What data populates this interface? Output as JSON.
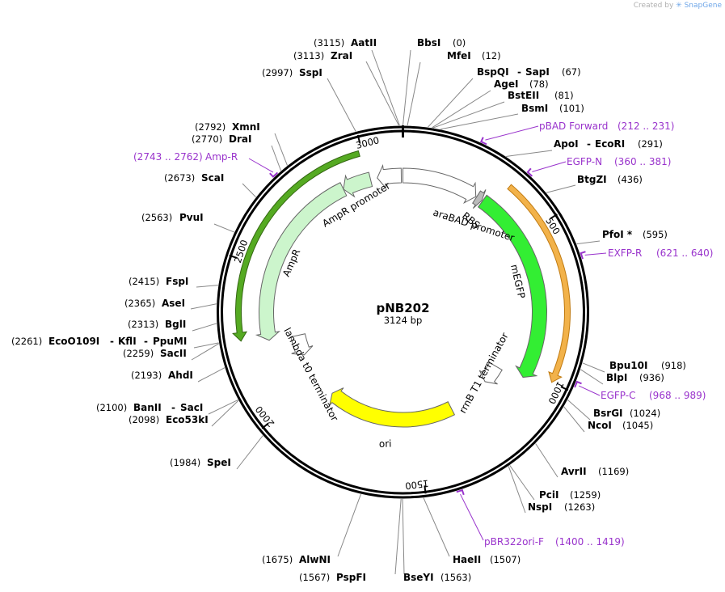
{
  "watermark": {
    "prefix": "Created by",
    "brand": "SnapGene"
  },
  "plasmid": {
    "name": "pNB202",
    "length_label": "3124 bp",
    "length": 3124
  },
  "ticks": [
    {
      "pos": 500,
      "label": "500"
    },
    {
      "pos": 1000,
      "label": "1000"
    },
    {
      "pos": 1500,
      "label": "1500"
    },
    {
      "pos": 2000,
      "label": "2000"
    },
    {
      "pos": 2500,
      "label": "2500"
    },
    {
      "pos": 3000,
      "label": "3000"
    }
  ],
  "features": [
    {
      "name": "araBAD promoter",
      "start": 0,
      "end": 280,
      "color": "#ffffff",
      "strand": 1
    },
    {
      "name": "RBS",
      "start": 283,
      "end": 306,
      "color": "#bbbbbb",
      "strand": 1
    },
    {
      "name": "mEGFP",
      "start": 309,
      "end": 1028,
      "color": "#33ee33",
      "strand": 1
    },
    {
      "name": "rrnB T1 terminator",
      "start": 1043,
      "end": 1130,
      "color": "#ffffff",
      "strand": 1
    },
    {
      "name": "ori",
      "start": 1330,
      "end": 1919,
      "color": "#ffff00",
      "strand": 1
    },
    {
      "name": "lambda t0 terminator",
      "start": 2140,
      "end": 2235,
      "color": "#ffffff",
      "strand": -1
    },
    {
      "name": "AmpR",
      "start": 2240,
      "end": 2900,
      "color": "#ccf5cc",
      "strand": -1
    },
    {
      "name": "AmpR promoter",
      "start": 2900,
      "end": 3005,
      "color": "#ccf5cc",
      "strand": -1
    },
    {
      "name": "",
      "start": 3030,
      "end": 3118,
      "color": "#ffffff",
      "strand": -1
    }
  ],
  "outer_arrows": [
    {
      "name": "EGFP (orange)",
      "start": 350,
      "end": 1000,
      "color": "#f2b24a",
      "strand": 1
    },
    {
      "name": "Amp (green)",
      "start": 2255,
      "end": 2990,
      "color": "#55aa22",
      "strand": -1
    }
  ],
  "primers": [
    {
      "name": "pBAD Forward",
      "range": "(212 .. 231)",
      "pos": 222
    },
    {
      "name": "EGFP-N",
      "range": "(360 .. 381)",
      "pos": 370
    },
    {
      "name": "EXFP-R",
      "range": "(621 .. 640)",
      "pos": 630
    },
    {
      "name": "EGFP-C",
      "range": "(968 .. 989)",
      "pos": 978
    },
    {
      "name": "pBR322ori-F",
      "range": "(1400 .. 1419)",
      "pos": 1410
    },
    {
      "name": "Amp-R",
      "range": "(2743 .. 2762)",
      "pos": 2752
    }
  ],
  "enzymes": [
    {
      "name": "AatII",
      "pos": 3115,
      "pos_label": "(3115)"
    },
    {
      "name": "BbsI",
      "pos": 0,
      "pos_label": "(0)"
    },
    {
      "name": "ZraI",
      "pos": 3113,
      "pos_label": "(3113)"
    },
    {
      "name": "MfeI",
      "pos": 12,
      "pos_label": "(12)"
    },
    {
      "name": "SspI",
      "pos": 2997,
      "pos_label": "(2997)"
    },
    {
      "name": "BspQI",
      "name2": "SapI",
      "pos": 67,
      "pos_label": "(67)"
    },
    {
      "name": "AgeI",
      "pos": 78,
      "pos_label": "(78)"
    },
    {
      "name": "BstEII",
      "pos": 81,
      "pos_label": "(81)"
    },
    {
      "name": "BsmI",
      "pos": 101,
      "pos_label": "(101)"
    },
    {
      "name": "XmnI",
      "pos": 2792,
      "pos_label": "(2792)"
    },
    {
      "name": "DraI",
      "pos": 2770,
      "pos_label": "(2770)"
    },
    {
      "name": "ApoI",
      "name2": "EcoRI",
      "pos": 291,
      "pos_label": "(291)"
    },
    {
      "name": "ScaI",
      "pos": 2673,
      "pos_label": "(2673)"
    },
    {
      "name": "BtgZI",
      "pos": 436,
      "pos_label": "(436)"
    },
    {
      "name": "PvuI",
      "pos": 2563,
      "pos_label": "(2563)"
    },
    {
      "name": "PfoI *",
      "pos": 595,
      "pos_label": "(595)"
    },
    {
      "name": "FspI",
      "pos": 2415,
      "pos_label": "(2415)"
    },
    {
      "name": "AseI",
      "pos": 2365,
      "pos_label": "(2365)"
    },
    {
      "name": "BglI",
      "pos": 2313,
      "pos_label": "(2313)"
    },
    {
      "name": "EcoO109I",
      "name2": "KflI",
      "name3": "PpuMI",
      "pos": 2261,
      "pos_label": "(2261)"
    },
    {
      "name": "SacII",
      "pos": 2259,
      "pos_label": "(2259)"
    },
    {
      "name": "AhdI",
      "pos": 2193,
      "pos_label": "(2193)"
    },
    {
      "name": "Bpu10I",
      "pos": 918,
      "pos_label": "(918)"
    },
    {
      "name": "BlpI",
      "pos": 936,
      "pos_label": "(936)"
    },
    {
      "name": "BsrGI",
      "pos": 1024,
      "pos_label": "(1024)"
    },
    {
      "name": "NcoI",
      "pos": 1045,
      "pos_label": "(1045)"
    },
    {
      "name": "BanII",
      "name2": "SacI",
      "pos": 2100,
      "pos_label": "(2100)"
    },
    {
      "name": "Eco53kI",
      "pos": 2098,
      "pos_label": "(2098)"
    },
    {
      "name": "SpeI",
      "pos": 1984,
      "pos_label": "(1984)"
    },
    {
      "name": "AvrII",
      "pos": 1169,
      "pos_label": "(1169)"
    },
    {
      "name": "PciI",
      "pos": 1259,
      "pos_label": "(1259)"
    },
    {
      "name": "NspI",
      "pos": 1263,
      "pos_label": "(1263)"
    },
    {
      "name": "AlwNI",
      "pos": 1675,
      "pos_label": "(1675)"
    },
    {
      "name": "HaeII",
      "pos": 1507,
      "pos_label": "(1507)"
    },
    {
      "name": "PspFI",
      "pos": 1567,
      "pos_label": "(1567)"
    },
    {
      "name": "BseYI",
      "pos": 1563,
      "pos_label": "(1563)"
    }
  ]
}
